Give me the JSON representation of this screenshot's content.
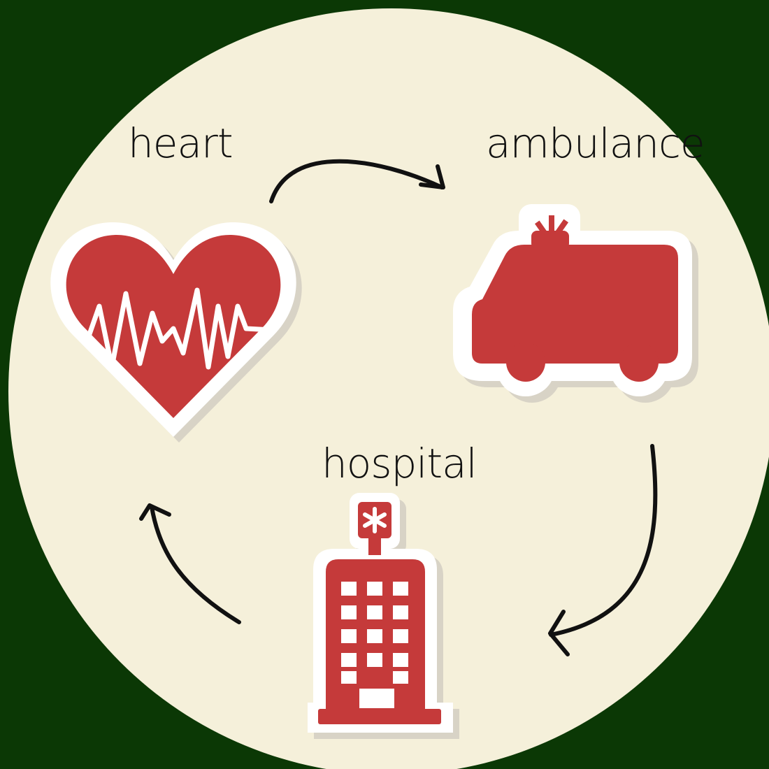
{
  "labels": {
    "heart": "heart",
    "ambulance": "ambulance",
    "hospital": "hospital"
  },
  "icons": {
    "heart": "heart-icon",
    "ambulance": "ambulance-icon",
    "hospital": "hospital-icon"
  },
  "colors": {
    "background": "#0b3805",
    "circle": "#f5f0da",
    "icon_red": "#c53a3a",
    "sticker_border": "#ffffff",
    "arrow": "#111111"
  }
}
